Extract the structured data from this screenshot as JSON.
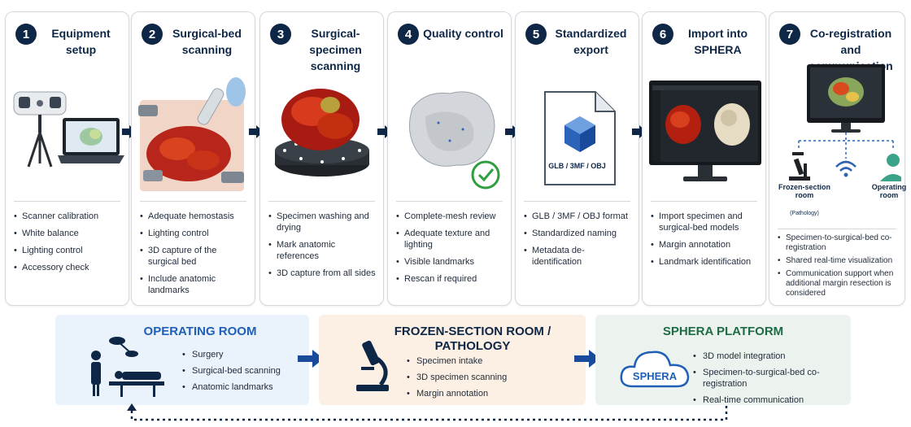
{
  "steps": [
    {
      "number": "1",
      "title": "Equipment setup",
      "items": [
        "Scanner calibration",
        "White balance",
        "Lighting control",
        "Accessory check"
      ]
    },
    {
      "number": "2",
      "title": "Surgical-bed scanning",
      "items": [
        "Adequate hemostasis",
        "Lighting control",
        "3D capture of the surgical bed",
        "Include anatomic landmarks"
      ]
    },
    {
      "number": "3",
      "title": "Surgical-specimen scanning",
      "items": [
        "Specimen washing and drying",
        "Mark anatomic references",
        "3D capture from all sides"
      ]
    },
    {
      "number": "4",
      "title": "Quality control",
      "items": [
        "Complete-mesh review",
        "Adequate texture and lighting",
        "Visible landmarks",
        "Rescan if required"
      ]
    },
    {
      "number": "5",
      "title": "Standardized export",
      "file_label": "GLB / 3MF / OBJ",
      "items": [
        "GLB / 3MF / OBJ format",
        "Standardized naming",
        "Metadata de-identification"
      ]
    },
    {
      "number": "6",
      "title": "Import into SPHERA",
      "items": [
        "Import specimen and surgical-bed models",
        "Margin annotation",
        "Landmark identification"
      ]
    },
    {
      "number": "7",
      "title": "Co-registration and communication",
      "frozen_label": "Frozen-section room",
      "frozen_sub": "(Pathology)",
      "or_label": "Operating room",
      "items": [
        "Specimen-to-surgical-bed co-registration",
        "Shared real-time visualization",
        "Communication support when additional margin resection is considered"
      ]
    }
  ],
  "rooms": {
    "operating": {
      "title": "OPERATING ROOM",
      "items": [
        "Surgery",
        "Surgical-bed scanning",
        "Anatomic landmarks"
      ]
    },
    "frozen": {
      "title": "FROZEN-SECTION ROOM / PATHOLOGY",
      "items": [
        "Specimen intake",
        "3D specimen scanning",
        "Margin annotation"
      ]
    },
    "sphera": {
      "title": "SPHERA PLATFORM",
      "logo": "SPHERA",
      "items": [
        "3D model integration",
        "Specimen-to-surgical-bed co-registration",
        "Real-time communication"
      ]
    }
  },
  "colors": {
    "navy": "#0f2747",
    "blue_room": "#eaf2fb",
    "peach_room": "#fbf0e3",
    "green_room": "#ecf3ee",
    "arrow": "#1a4a9c",
    "green_check": "#2e9e3e"
  }
}
